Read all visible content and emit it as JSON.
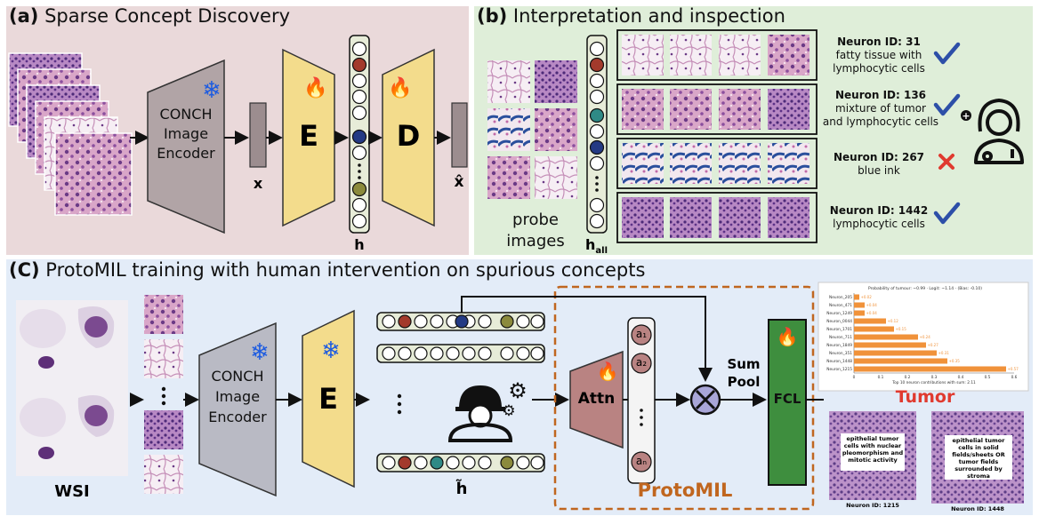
{
  "panel_a": {
    "label": "(a)",
    "title": "Sparse Concept Discovery",
    "encoder_line1": "CONCH",
    "encoder_line2": "Image",
    "encoder_line3": "Encoder",
    "encoder_block": "E",
    "decoder_block": "D",
    "x_label": "x",
    "xhat_label": "x̂",
    "h_label": "h"
  },
  "panel_b": {
    "label": "(b)",
    "title": "Interpretation and inspection",
    "probe_line1": "probe",
    "probe_line2": "images",
    "hall_main": "h",
    "hall_sub": "all",
    "neurons": [
      {
        "id": "Neuron ID: 31",
        "line1": "fatty tissue with",
        "line2": "lymphocytic cells",
        "mark": "check"
      },
      {
        "id": "Neuron ID: 136",
        "line1": "mixture of tumor",
        "line2": "and lymphocytic cells",
        "mark": "check"
      },
      {
        "id": "Neuron ID: 267",
        "line1": "blue ink",
        "line2": "",
        "mark": "cross"
      },
      {
        "id": "Neuron ID: 1442",
        "line1": "lymphocytic cells",
        "line2": "",
        "mark": "check"
      }
    ]
  },
  "panel_c": {
    "label": "(C)",
    "title": "ProtoMIL training with human intervention on spurious concepts",
    "wsi_label": "WSI",
    "encoder_line1": "CONCH",
    "encoder_line2": "Image",
    "encoder_line3": "Encoder",
    "encoder_block": "E",
    "attn_label": "Attn",
    "a1": "a₁",
    "a2": "a₂",
    "an": "aₙ",
    "sum_line1": "Sum",
    "sum_line2": "Pool",
    "fcl_label": "FCL",
    "protomil_label": "ProtoMIL",
    "htilde_label": "h̃",
    "tumor_label": "Tumor",
    "proto1_text": "epithelial tumor cells with nuclear pleomorphism and mitotic activity",
    "proto1_caption": "Neuron ID: 1215",
    "proto2_text": "epithelial tumor cells in solid fields/sheets OR tumor fields surrounded by stroma",
    "proto2_caption": "Neuron ID: 1448"
  },
  "colors": {
    "panel_a_bg": "#ead9da",
    "panel_b_bg": "#dfeed9",
    "panel_c_bg": "#e3ecf8",
    "encoder_fill": "#b1a4a6",
    "block_fill": "#f3dc8c",
    "attn_fill": "#b98382",
    "fcl_fill": "#3e8e3e",
    "protomil_orange": "#c0661f",
    "tumor_red": "#e03a2f",
    "check_blue": "#2d4fa8",
    "cross_red": "#e03a2f",
    "neuron_red": "#a33a2c",
    "neuron_blue": "#243a84",
    "neuron_olive": "#8b8a3c",
    "neuron_teal": "#2f8a86"
  },
  "icons": [
    "snowflake-icon",
    "fire-icon",
    "doctor-icon",
    "worker-gear-icon",
    "check-icon",
    "cross-icon",
    "multiply-icon"
  ],
  "chart_data": {
    "type": "bar",
    "title": "Probability of tumour: ~0.99 · Logit: ~1.14 · (Bias: -0.10)",
    "xlabel": "Top 10 neuron contributions with sum: 2.11",
    "categories": [
      "Neuron_205",
      "Neuron_471",
      "Neuron_1249",
      "Neuron_0044",
      "Neuron_1701",
      "Neuron_711",
      "Neuron_1849",
      "Neuron_351",
      "Neuron_1448",
      "Neuron_1215"
    ],
    "values": [
      0.02,
      0.04,
      0.04,
      0.12,
      0.15,
      0.24,
      0.27,
      0.31,
      0.35,
      0.57
    ],
    "xlim": [
      0,
      0.6
    ],
    "xticks": [
      0,
      0.1,
      0.2,
      0.3,
      0.4,
      0.5,
      0.6
    ],
    "bar_color": "#f0923a"
  }
}
